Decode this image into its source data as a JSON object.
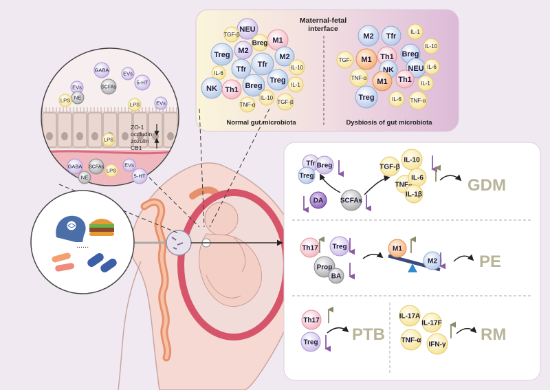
{
  "interface": {
    "title_line1": "Maternal-fetal",
    "title_line2": "interface",
    "left_label": "Normal gut microbiota",
    "right_label": "Dysbiosis of gut microbiota",
    "left_cells": [
      "NEU",
      "TGF-β",
      "M1",
      "Treg",
      "M2",
      "Breg",
      "Tfr",
      "Tfr",
      "M2",
      "IL-10",
      "IL-6",
      "NK",
      "Th1",
      "Breg",
      "Treg",
      "IL-1",
      "IL-10",
      "TNF-α",
      "TGF-β"
    ],
    "right_cells": [
      "M2",
      "Tfr",
      "IL-1",
      "IL-10",
      "Breg",
      "TGF-",
      "M1",
      "Th1",
      "NEU",
      "IL-6",
      "NK",
      "TNF-α",
      "M1",
      "Th1",
      "IL-1",
      "Treg",
      "IL-6",
      "TNF-α"
    ]
  },
  "gut_circle": {
    "labels": [
      "GABA",
      "EVs",
      "5-HT",
      "EVs",
      "SCFAs",
      "NE",
      "LPS",
      "LPS",
      "EVs",
      "LPS",
      "GABA",
      "SCFAs",
      "EVs",
      "NE",
      "LPS",
      "5-HT"
    ],
    "junction_proteins": [
      "ZO-1",
      "occludin",
      "zozulin",
      "CB1"
    ]
  },
  "influences": {
    "ellipsis": "......"
  },
  "gdm": {
    "outcome": "GDM",
    "cells": [
      "Tfr",
      "Breg",
      "Treg",
      "DA",
      "SCFAs",
      "TGF-β",
      "IL-10",
      "TNF-α",
      "IL-6",
      "IL-1β"
    ]
  },
  "pe": {
    "outcome": "PE",
    "cells": [
      "Th17",
      "Treg",
      "Prop",
      "BA",
      "M1",
      "M2"
    ]
  },
  "ptb": {
    "outcome": "PTB",
    "cells": [
      "Th17",
      "Treg"
    ]
  },
  "rm": {
    "outcome": "RM",
    "cells": [
      "IL-17A",
      "IL-17F",
      "TNF-α",
      "IFN-γ"
    ]
  }
}
